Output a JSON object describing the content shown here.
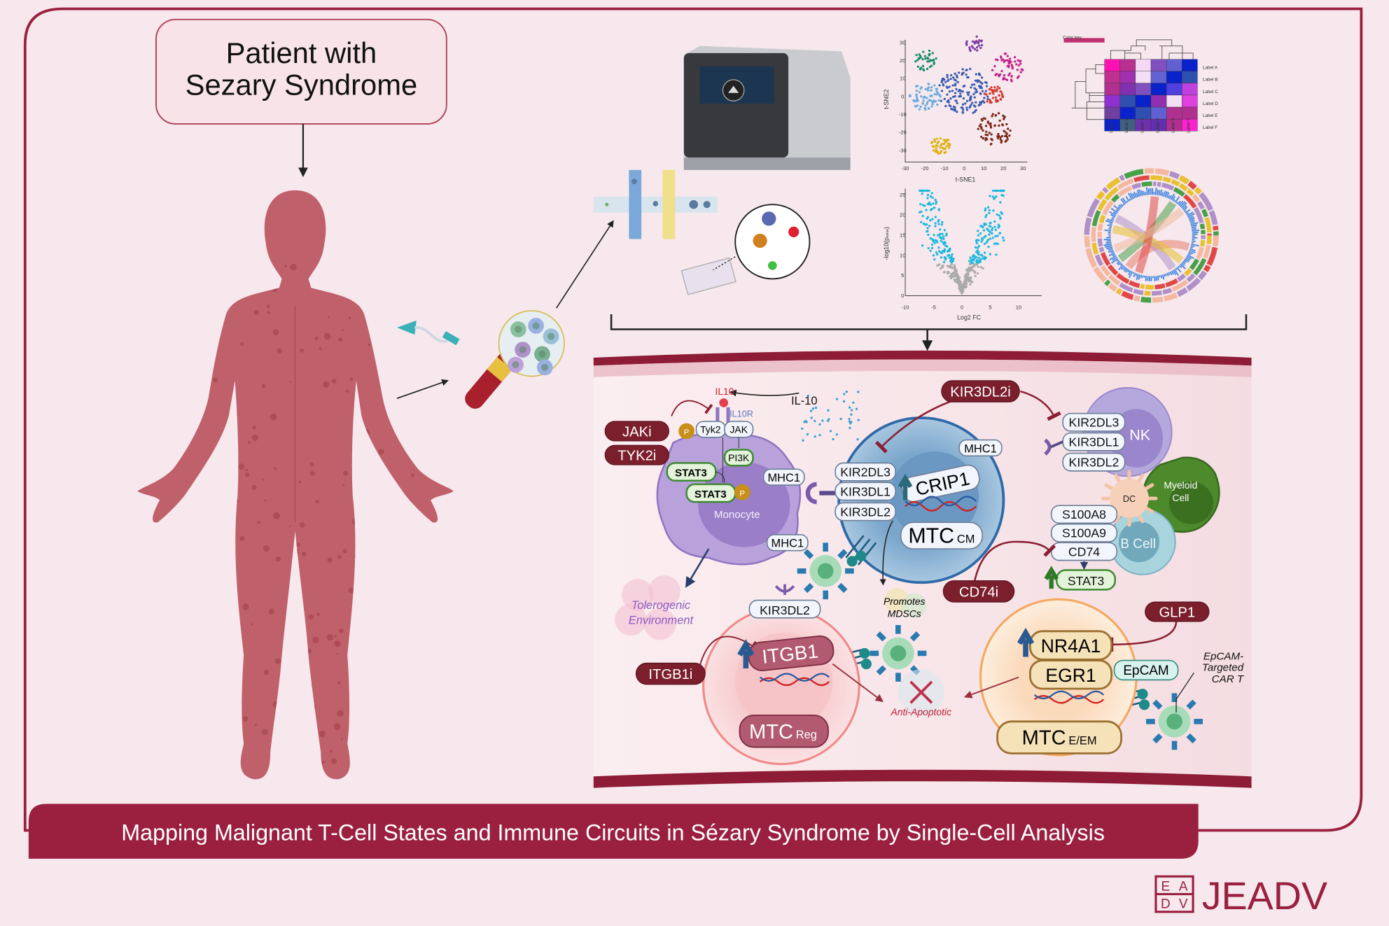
{
  "patient_box": {
    "line1": "Patient with",
    "line2": "Sezary Syndrome"
  },
  "mini_charts": {
    "tsne": {
      "xlabel": "t-SNE1",
      "ylabel": "t-SNE2",
      "xticks": [
        "-30",
        "-20",
        "-10",
        "0",
        "10",
        "20",
        "30"
      ],
      "yticks": [
        "30",
        "20",
        "10",
        "0",
        "-10",
        "-20",
        "-30"
      ]
    },
    "heatmap": {
      "color_key": "Color key",
      "rows": [
        "Label A",
        "Label B",
        "Label C",
        "Label D",
        "Label E",
        "Label F"
      ],
      "cols": [
        "Label 1",
        "Label 2",
        "Label 3",
        "Label 4",
        "Label 5",
        "Label 6"
      ],
      "cell_colors": [
        [
          "#ff12b4",
          "#b83090",
          "#f4d8f4",
          "#8050c0",
          "#6060d0",
          "#0a22cc"
        ],
        [
          "#c03090",
          "#a030b0",
          "#f4e0f4",
          "#6262d2",
          "#0a22cc",
          "#3050b0"
        ],
        [
          "#b03090",
          "#8030b0",
          "#8050c0",
          "#0a22cc",
          "#5040e0",
          "#c040e0"
        ],
        [
          "#9030d0",
          "#3050b0",
          "#0a22cc",
          "#9030b0",
          "#f4e0f4",
          "#e040e0"
        ],
        [
          "#7040a0",
          "#0a22cc",
          "#3050b0",
          "#6060d0",
          "#b03090",
          "#b03090"
        ],
        [
          "#0a22cc",
          "#406080",
          "#7030b0",
          "#6030b0",
          "#b03090",
          "#ff20d0"
        ]
      ]
    },
    "volcano": {
      "xlabel": "Log2 FC",
      "ylabel": "-log10(p",
      "ylabel_sub": "value",
      "ylabel_end": ")",
      "xticks": [
        "-10",
        "-5",
        "0",
        "5",
        "10"
      ],
      "yticks": [
        "25",
        "20",
        "15",
        "10",
        "5",
        "0"
      ]
    }
  },
  "diagram": {
    "drugs": {
      "jaki": "JAKi",
      "tyk2i": "TYK2i",
      "kir3dl2i": "KIR3DL2i",
      "cd74i": "CD74i",
      "itgb1i": "ITGB1i",
      "glp1": "GLP1"
    },
    "monocyte": {
      "label": "Monocyte",
      "il10": "IL10",
      "il10r": "IL10R",
      "il10_free": "IL-10",
      "tyk2": "Tyk2",
      "jak": "JAK",
      "pi3k": "PI3K",
      "stat3a": "STAT3",
      "stat3b": "STAT3",
      "p": "P",
      "mhc1_a": "MHC1",
      "mhc1_b": "MHC1"
    },
    "mtc_cm": {
      "kirs": [
        "KIR2DL3",
        "KIR3DL1",
        "KIR3DL2"
      ],
      "crip1": "CRIP1",
      "name": "MTC",
      "sub": "CM",
      "mhc1": "MHC1"
    },
    "nk": {
      "label": "NK",
      "kirs": [
        "KIR2DL3",
        "KIR3DL1",
        "KIR3DL2"
      ]
    },
    "dc": "DC",
    "myeloid": [
      "Myeloid",
      "Cell"
    ],
    "bcell": {
      "label": "B Cell",
      "markers": [
        "S100A8",
        "S100A9",
        "CD74"
      ],
      "stat3": "STAT3"
    },
    "tolerogenic": [
      "Tolerogenic",
      "Environment"
    ],
    "mdsc": [
      "Promotes",
      "MDSCs"
    ],
    "mtc_reg": {
      "kir3dl2": "KIR3DL2",
      "itgb1": "ITGB1",
      "name": "MTC",
      "sub": "Reg"
    },
    "anti_apoptotic": "Anti-Apoptotic",
    "mtc_eem": {
      "nr4a1": "NR4A1",
      "egr1": "EGR1",
      "epcam": "EpCAM",
      "name": "MTC",
      "sub": "E/EM"
    },
    "car_t": [
      "EpCAM-",
      "Targeted",
      "CAR T"
    ]
  },
  "banner": "Mapping Malignant T-Cell States and Immune Circuits in Sézary Syndrome by Single-Cell Analysis",
  "logo": {
    "mark": [
      "E",
      "A",
      "D",
      "V"
    ],
    "text": "JEADV"
  },
  "colors": {
    "brand": "#9b2040",
    "background": "#f6e8ec",
    "skin": "#c0606a",
    "drug_pill": "#7b1f2c"
  }
}
